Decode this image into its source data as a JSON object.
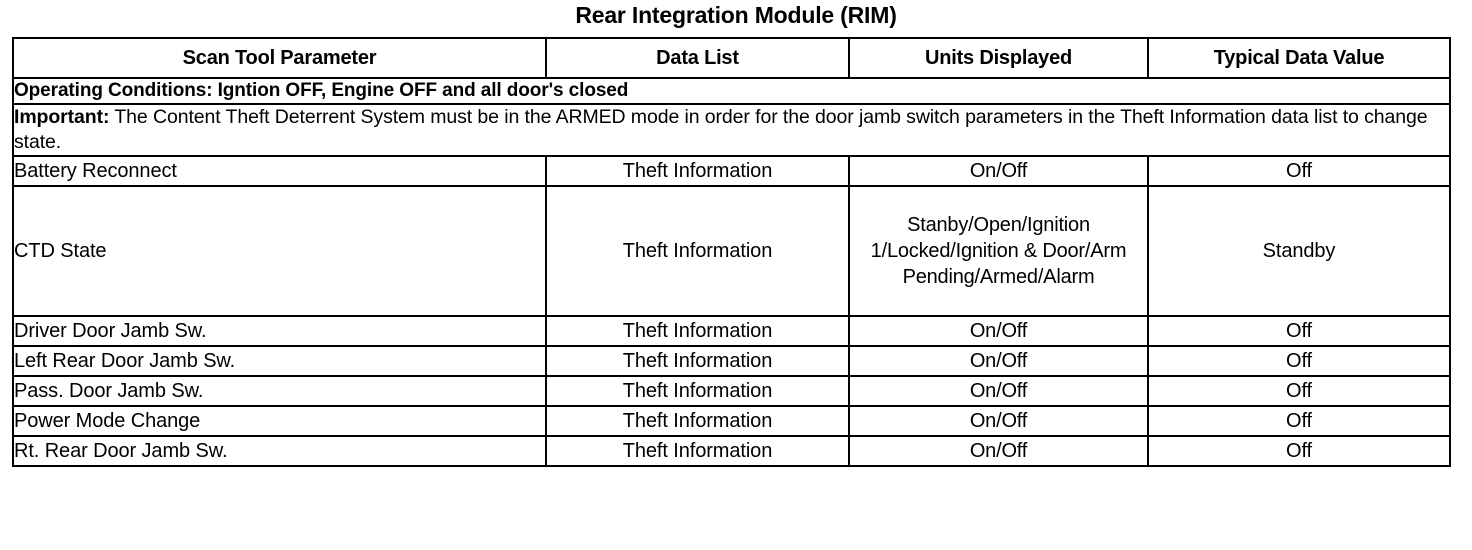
{
  "document": {
    "title": "Rear Integration Module (RIM)"
  },
  "table": {
    "headers": [
      "Scan Tool Parameter",
      "Data List",
      "Units Displayed",
      "Typical Data Value"
    ],
    "operating_conditions": "Operating Conditions: Igntion OFF, Engine OFF and all door's closed",
    "note": {
      "lead": "Important:",
      "text": " The Content Theft Deterrent System must be in the ARMED mode in order for the door jamb switch parameters in the Theft Information data list to change state."
    },
    "rows": [
      {
        "parameter": "Battery Reconnect",
        "data_list": "Theft Information",
        "units": "On/Off",
        "typical_value": "Off"
      },
      {
        "parameter": "CTD State",
        "data_list": "Theft Information",
        "units": "Stanby/Open/Ignition 1/Locked/Ignition & Door/Arm Pending/Armed/Alarm",
        "typical_value": "Standby"
      },
      {
        "parameter": "Driver Door Jamb Sw.",
        "data_list": "Theft Information",
        "units": "On/Off",
        "typical_value": "Off"
      },
      {
        "parameter": "Left Rear Door Jamb Sw.",
        "data_list": "Theft Information",
        "units": "On/Off",
        "typical_value": "Off"
      },
      {
        "parameter": "Pass. Door Jamb Sw.",
        "data_list": "Theft Information",
        "units": "On/Off",
        "typical_value": "Off"
      },
      {
        "parameter": "Power Mode Change",
        "data_list": "Theft Information",
        "units": "On/Off",
        "typical_value": "Off"
      },
      {
        "parameter": "Rt. Rear Door Jamb Sw.",
        "data_list": "Theft Information",
        "units": "On/Off",
        "typical_value": "Off"
      }
    ]
  },
  "colors": {
    "text": "#000000",
    "background": "#ffffff",
    "border": "#000000"
  }
}
